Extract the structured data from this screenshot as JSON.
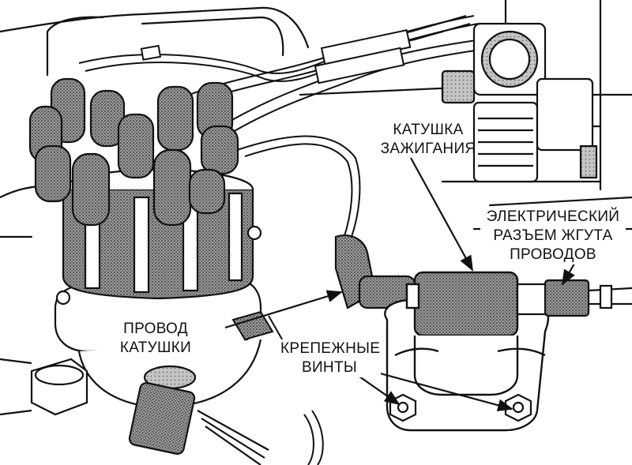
{
  "labels": {
    "ignition_coil": [
      "КАТУШКА",
      "ЗАЖИГАНИЯ"
    ],
    "harness_connector": [
      "ЭЛЕКТРИЧЕСКИЙ",
      "РАЗЪЕМ ЖГУТА",
      "ПРОВОДОВ"
    ],
    "coil_wire": [
      "ПРОВОД",
      "КАТУШКИ"
    ],
    "mounting_screws": [
      "КРЕПЕЖНЫЕ",
      "ВИНТЫ"
    ]
  },
  "colors": {
    "ink": "#111111",
    "stipple": "#6b6b6b",
    "background": "#ffffff"
  }
}
